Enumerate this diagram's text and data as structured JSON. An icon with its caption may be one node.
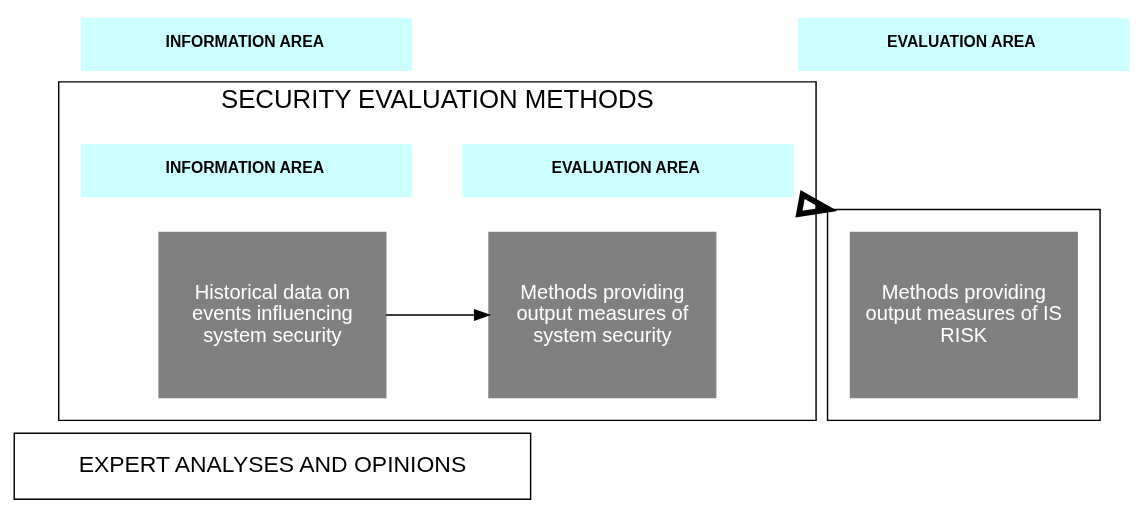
{
  "diagram": {
    "nodes": [
      {
        "text": [
          "INFORMATION AREA"
        ]
      },
      {
        "text": [
          "EVALUATION AREA"
        ]
      },
      {
        "text": [
          "SECURITY EVALUATION METHODS"
        ]
      },
      {
        "text": [
          "INFORMATION AREA"
        ],
        "in": 2
      },
      {
        "text": [
          "EVALUATION AREA"
        ],
        "in": 2
      },
      {
        "text": [
          "Historical data on events influencing system security"
        ],
        "in": 2
      },
      {
        "text": [
          "Methods providing output measures of system security"
        ],
        "in": 2
      },
      {
        "text": [
          "EXPERT ANALYSES AND OPINIONS"
        ]
      },
      {
        "text": [],
        "shape": "box"
      },
      {
        "text": [
          "Methods providing output measures of IS RISK"
        ],
        "in": 8
      }
    ],
    "edges": [
      {
        "from": 5,
        "to": 6,
        "arrow": "to"
      },
      {
        "from": 2,
        "to": 8,
        "arrow": "to",
        "style": "thick"
      }
    ]
  }
}
